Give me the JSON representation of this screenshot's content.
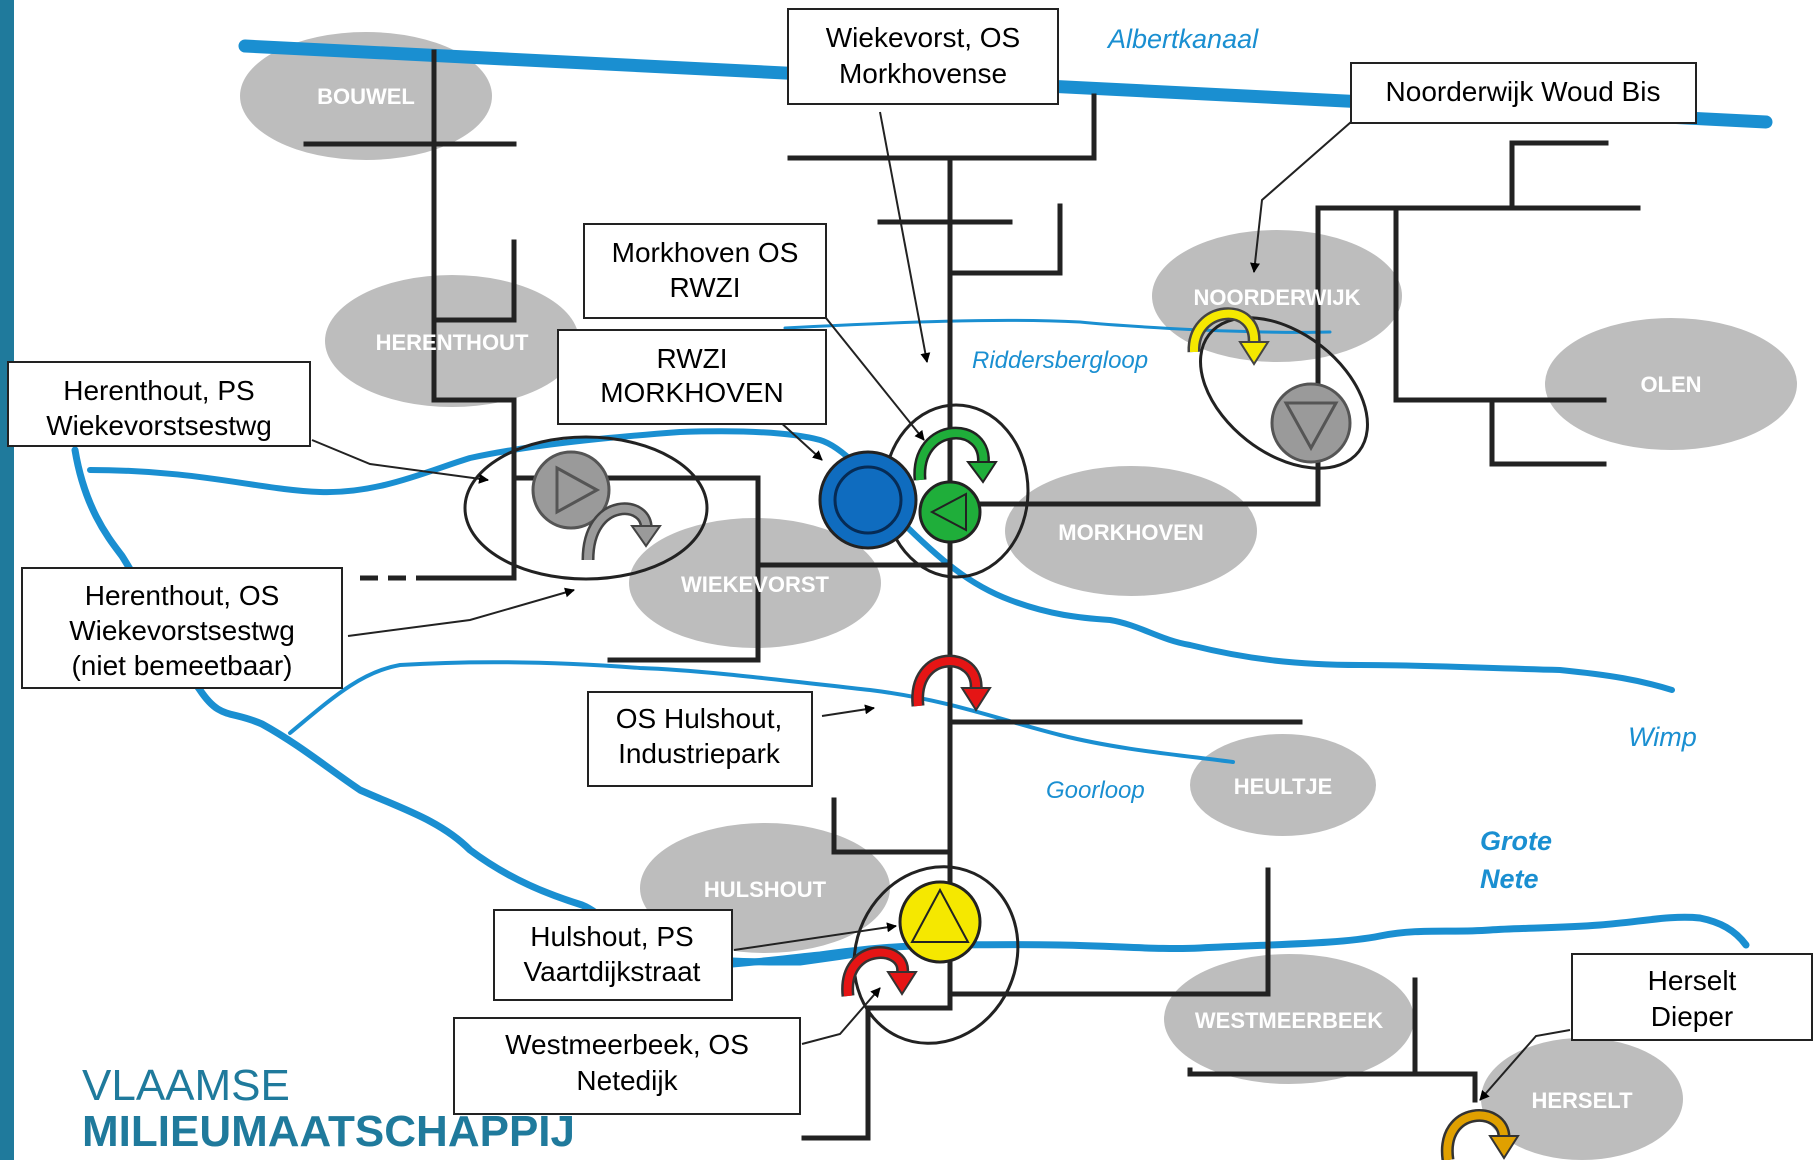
{
  "colors": {
    "river": "#1a8fd1",
    "sewer": "#222222",
    "zone": "#bdbdbd",
    "rwzi": "#0f6cbf",
    "ps_green": "#1fae3a",
    "ps_grey": "#9a9a9a",
    "yellow": "#f5e800",
    "red": "#e51515",
    "orange": "#e0a000",
    "brand": "#1f7a9c"
  },
  "zones": [
    {
      "id": "bouwel",
      "label": "BOUWEL"
    },
    {
      "id": "herenthout",
      "label": "HERENTHOUT"
    },
    {
      "id": "wiekevorst",
      "label": "WIEKEVORST"
    },
    {
      "id": "morkhoven",
      "label": "MORKHOVEN"
    },
    {
      "id": "noorderwijk",
      "label": "NOORDERWIJK"
    },
    {
      "id": "olen",
      "label": "OLEN"
    },
    {
      "id": "heultje",
      "label": "HEULTJE"
    },
    {
      "id": "hulshout",
      "label": "HULSHOUT"
    },
    {
      "id": "westmeerbeek",
      "label": "WESTMEERBEEK"
    },
    {
      "id": "herselt",
      "label": "HERSELT"
    }
  ],
  "rivers": {
    "albertkanaal": "Albertkanaal",
    "riddersbergloop": "Riddersbergloop",
    "wimp": "Wimp",
    "goorloop": "Goorloop",
    "grote_nete": [
      "Grote",
      "Nete"
    ]
  },
  "callouts": {
    "wiekevorst_os_morkhovense": [
      "Wiekevorst, OS",
      "Morkhovense"
    ],
    "noorderwijk_woud_bis": [
      "Noorderwijk Woud Bis"
    ],
    "morkhoven_os_rwzi": [
      "Morkhoven OS",
      "RWZI"
    ],
    "rwzi_morkhoven": [
      "RWZI",
      "MORKHOVEN"
    ],
    "herenthout_ps": [
      "Herenthout, PS",
      "Wiekevorstsestwg"
    ],
    "herenthout_os": [
      "Herenthout, OS",
      "Wiekevorstsestwg",
      "(niet bemeetbaar)"
    ],
    "os_hulshout": [
      "OS Hulshout,",
      "Industriepark"
    ],
    "hulshout_ps": [
      "Hulshout, PS",
      "Vaartdijkstraat"
    ],
    "westmeerbeek_os": [
      "Westmeerbeek, OS",
      "Netedijk"
    ],
    "herselt_dieper": [
      "Herselt",
      "Dieper"
    ]
  },
  "brand": {
    "line1": "VLAAMSE",
    "line2": "MILIEUMAATSCHAPPIJ"
  }
}
